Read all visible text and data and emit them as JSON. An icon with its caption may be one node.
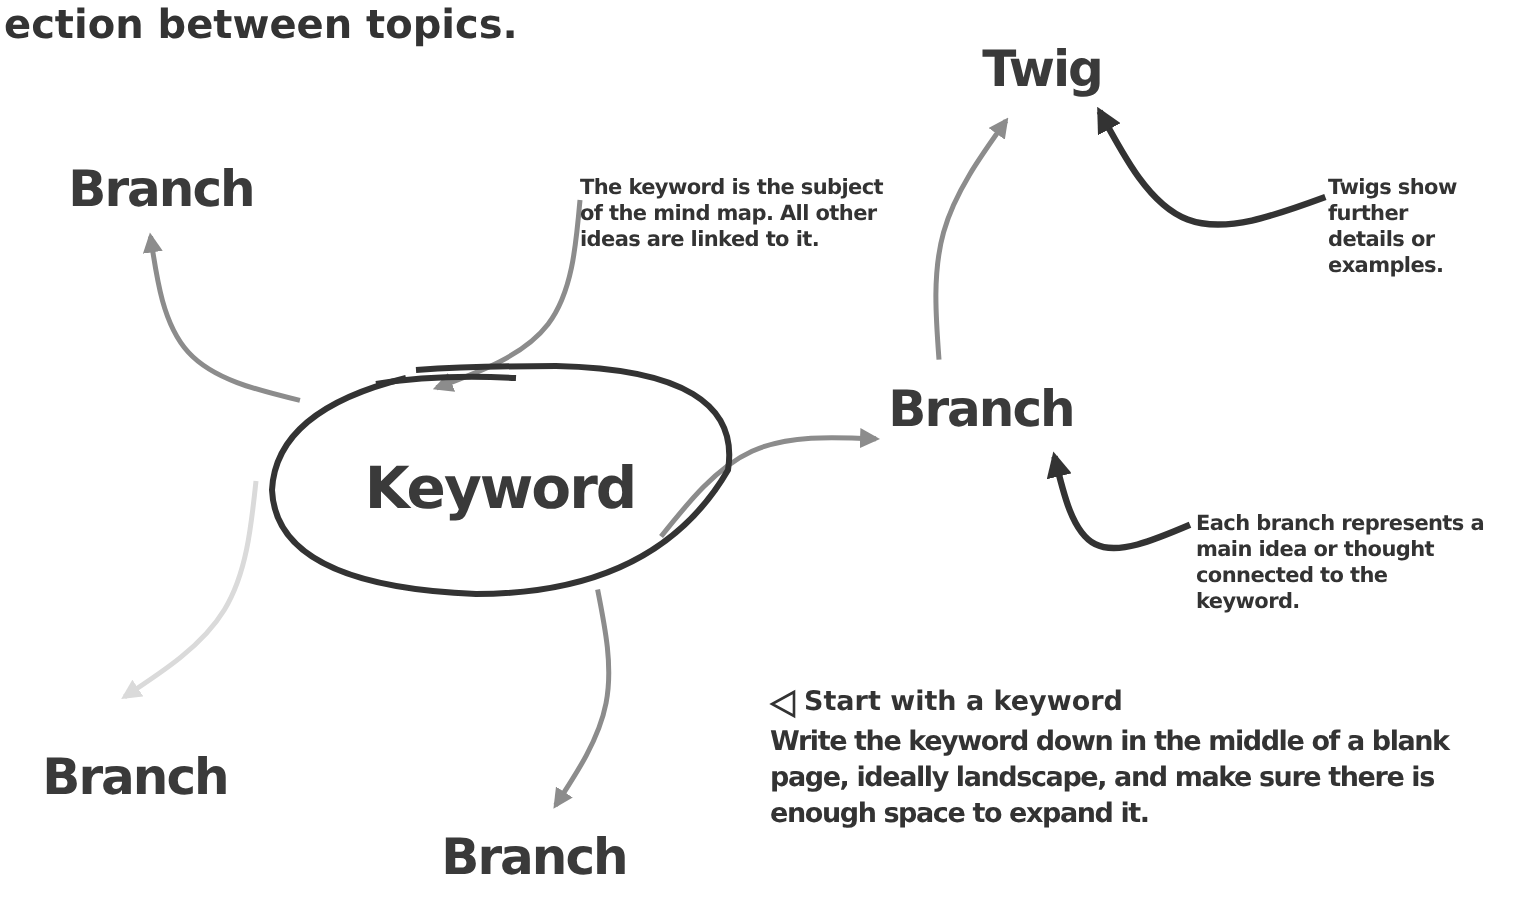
{
  "diagram": {
    "nodes": [
      {
        "text": [
          "Keyword"
        ]
      },
      {
        "text": [
          "Branch"
        ]
      },
      {
        "text": [
          "Branch"
        ]
      },
      {
        "text": [
          "Twig"
        ]
      },
      {
        "text": [
          "Branch"
        ]
      },
      {
        "text": [
          "Branch"
        ]
      },
      {
        "text": [
          "The keyword is the subject of the mind map. All other ideas are linked to it."
        ]
      },
      {
        "text": [
          "Twigs show further details or examples."
        ]
      },
      {
        "text": [
          "Each branch represents a main idea or thought connected to the keyword."
        ]
      }
    ],
    "edges": [
      {
        "from": 0,
        "to": 1,
        "arrow": "to"
      },
      {
        "from": 0,
        "to": 2,
        "arrow": "to"
      },
      {
        "from": 2,
        "to": 3,
        "arrow": "to"
      },
      {
        "from": 0,
        "to": 4,
        "arrow": "to",
        "color": "#dadada"
      },
      {
        "from": 0,
        "to": 5,
        "arrow": "to"
      },
      {
        "from": 6,
        "to": 0,
        "arrow": "to"
      },
      {
        "from": 7,
        "to": 3,
        "arrow": "to",
        "color": "#333333"
      },
      {
        "from": 8,
        "to": 2,
        "arrow": "to",
        "color": "#333333"
      }
    ],
    "labels": [
      "ection between topics.",
      "Start with a keyword",
      "Write the keyword down in the middle of a blank page, ideally landscape, and make sure there is enough space to expand it."
    ]
  }
}
